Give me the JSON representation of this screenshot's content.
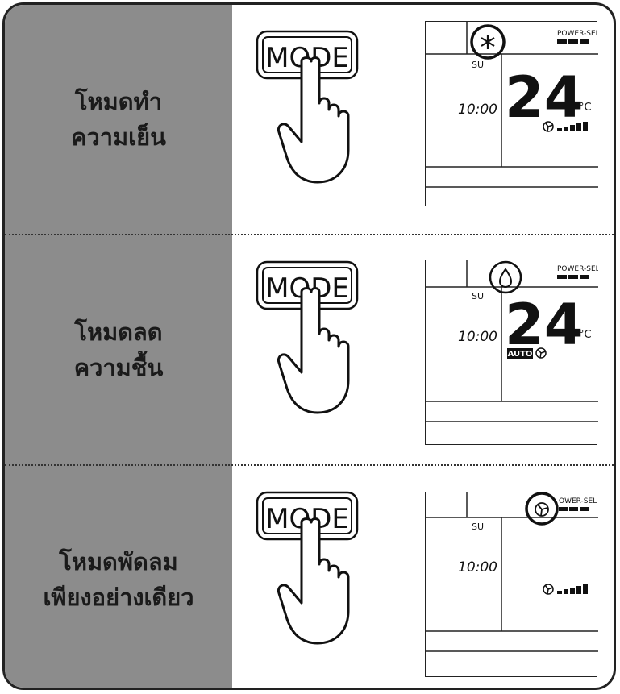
{
  "modes": [
    {
      "label_lines": [
        "โหมดทำ",
        "ความเย็น"
      ],
      "button_label": "MODE",
      "display": {
        "power_sel": "POWER-SEL",
        "day": "SU",
        "time": "10:00",
        "temperature": "24",
        "unit": "°C",
        "mode_icon": "snowflake-icon",
        "fan_label": "",
        "fan_level": 5,
        "icon_circled": true
      }
    },
    {
      "label_lines": [
        "โหมดลด",
        "ความชื้น"
      ],
      "button_label": "MODE",
      "display": {
        "power_sel": "POWER-SEL",
        "day": "SU",
        "time": "10:00",
        "temperature": "24",
        "unit": "°C",
        "mode_icon": "droplet-icon",
        "fan_label": "AUTO",
        "fan_level": 0,
        "icon_circled": true
      }
    },
    {
      "label_lines": [
        "โหมดพัดลม",
        "เพียงอย่างเดียว"
      ],
      "button_label": "MODE",
      "display": {
        "power_sel": "OWER-SEL",
        "day": "SU",
        "time": "10:00",
        "temperature": "",
        "unit": "",
        "mode_icon": "fan-icon",
        "fan_label": "",
        "fan_level": 5,
        "icon_circled": true
      }
    }
  ]
}
